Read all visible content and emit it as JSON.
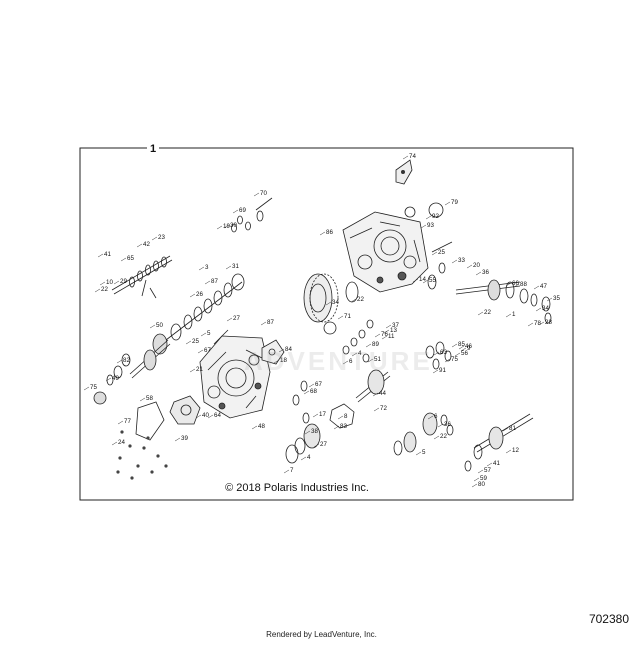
{
  "frame_label": "1",
  "copyright": "© 2018 Polaris Industries Inc.",
  "drawing_number": "702380",
  "rendered_by": "Rendered by LeadVenture, Inc.",
  "watermark": "ADVENTURE",
  "callouts": [
    "74",
    "70",
    "69",
    "19",
    "30",
    "34",
    "86",
    "92",
    "79",
    "93",
    "23",
    "42",
    "22",
    "10",
    "29",
    "41",
    "65",
    "26",
    "3",
    "31",
    "25",
    "33",
    "14",
    "55",
    "20",
    "36",
    "66",
    "88",
    "47",
    "35",
    "28",
    "87",
    "13",
    "8",
    "37",
    "50",
    "11",
    "27",
    "22",
    "71",
    "22",
    "1",
    "34",
    "78",
    "24",
    "25",
    "87",
    "67",
    "5",
    "84",
    "18",
    "76",
    "89",
    "4",
    "51",
    "6",
    "63",
    "75",
    "91",
    "56",
    "9",
    "85",
    "46",
    "82",
    "21",
    "67",
    "49",
    "44",
    "75",
    "68",
    "58",
    "40",
    "64",
    "77",
    "39",
    "72",
    "83",
    "48",
    "17",
    "7",
    "4",
    "38",
    "27",
    "81",
    "6",
    "36",
    "22",
    "12",
    "5",
    "41",
    "57",
    "59",
    "80",
    "53",
    "73",
    "15",
    "18",
    "39"
  ]
}
